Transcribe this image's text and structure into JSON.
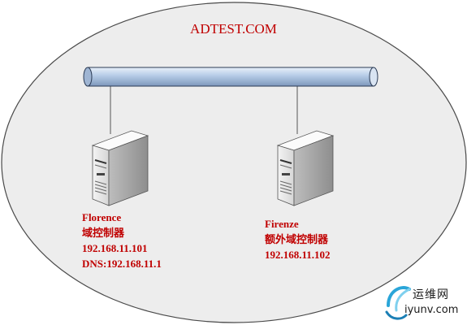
{
  "domain": {
    "name": "ADTEST.COM"
  },
  "servers": [
    {
      "name": "Florence",
      "role": "域控制器",
      "ip": "192.168.11.101",
      "dns": "DNS:192.168.11.1"
    },
    {
      "name": "Firenze",
      "role": "额外域控制器",
      "ip": "192.168.11.102"
    }
  ],
  "watermark": {
    "cn": "运维网",
    "en": "iyunv.com"
  },
  "colors": {
    "label": "#c00000",
    "ellipse_fill": "#ededed",
    "bus_fill": "#b5cbe6"
  }
}
